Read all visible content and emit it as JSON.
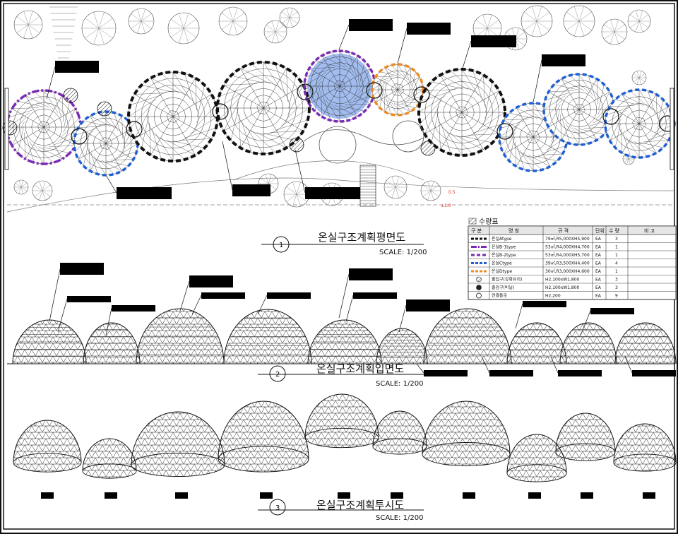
{
  "drawings": {
    "plan": {
      "number": "1",
      "title": "온실구조계획평면도",
      "scale": "SCALE: 1/200"
    },
    "elevation": {
      "number": "2",
      "title": "온실구조계획입면도",
      "scale": "SCALE: 1/200"
    },
    "perspective": {
      "number": "3",
      "title": "온실구조계획투시도",
      "scale": "SCALE: 1/200"
    }
  },
  "levels": {
    "upper": "0.5",
    "lower": "±1.0"
  },
  "quantity_table": {
    "title": "수량표",
    "headers": [
      "구 분",
      "명 칭",
      "규 격",
      "단위",
      "수 량",
      "비 고"
    ],
    "rows": [
      {
        "legend": "black-dash",
        "name": "온실Atype",
        "spec": "79㎡,R5,000XH5,900",
        "unit": "EA",
        "qty": "3"
      },
      {
        "legend": "purple-dashdot",
        "name": "온실B-1type",
        "spec": "53㎡,R4,000XH4,700",
        "unit": "EA",
        "qty": "1"
      },
      {
        "legend": "purple-dash",
        "name": "온실B-2type",
        "spec": "53㎡,R4,000XH5,700",
        "unit": "EA",
        "qty": "1"
      },
      {
        "legend": "blue-dash",
        "name": "온실Ctype",
        "spec": "39㎡,R3,500XH4,400",
        "unit": "EA",
        "qty": "4"
      },
      {
        "legend": "orange-dash",
        "name": "온실Dtype",
        "spec": "30㎡,R3,000XH4,600",
        "unit": "EA",
        "qty": "1"
      },
      {
        "legend": "hatch-circle",
        "name": "출입구(강화유리)",
        "spec": "H2,100xW1,800",
        "unit": "EA",
        "qty": "3"
      },
      {
        "legend": "dark-circle",
        "name": "출입구(비닐)",
        "spec": "H2,100xW1,800",
        "unit": "EA",
        "qty": "3"
      },
      {
        "legend": "open-circle",
        "name": "연결통로",
        "spec": "H2,200",
        "unit": "EA",
        "qty": "9"
      }
    ]
  },
  "colors": {
    "line": "#1a1a1a",
    "black_type": "#111111",
    "purple_type": "#7a2bb5",
    "blue_type": "#1f5fd6",
    "orange_type": "#f08a1c",
    "blue_fill": "#7aa0e6",
    "red_text": "#dd2222"
  }
}
